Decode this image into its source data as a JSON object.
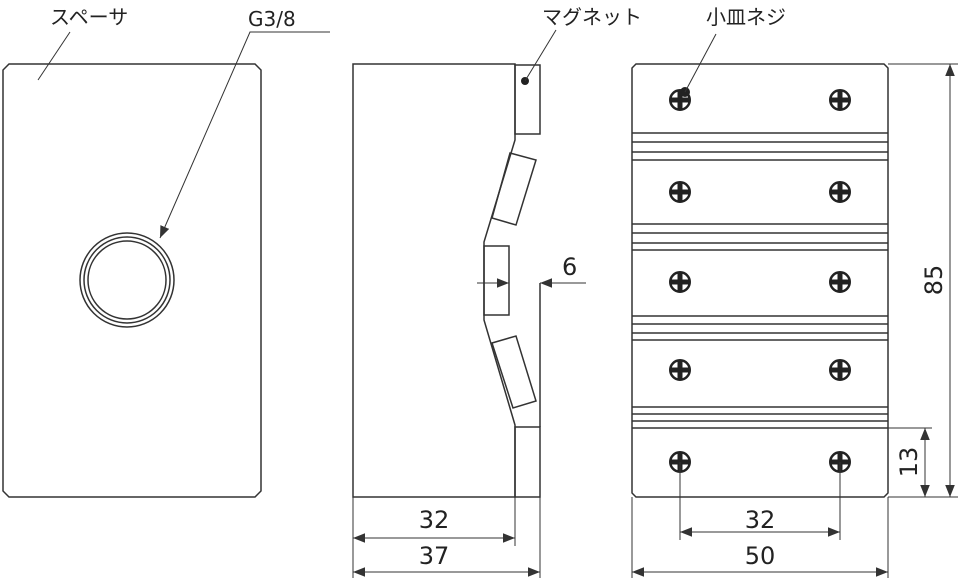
{
  "labels": {
    "spacer": "スペーサ",
    "thread": "G3/8",
    "magnet": "マグネット",
    "screw": "小皿ネジ"
  },
  "dimensions": {
    "side_offset": "6",
    "side_inner_width": "32",
    "side_total_width": "37",
    "front_height": "85",
    "front_plate_height": "13",
    "front_screw_pitch": "32",
    "front_width": "50"
  }
}
